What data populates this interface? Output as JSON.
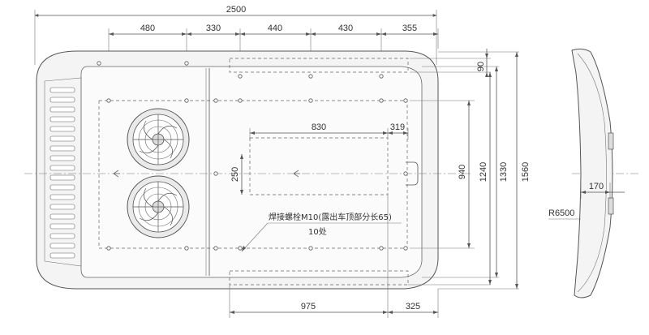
{
  "dimensions": {
    "overall_width": "2500",
    "top_segments": [
      "480",
      "330",
      "440",
      "430",
      "355"
    ],
    "right_90": "90",
    "right_940": "940",
    "right_1240": "1240",
    "right_1330": "1330",
    "right_1560": "1560",
    "inner_830": "830",
    "inner_319": "319",
    "inner_250": "250",
    "bottom_975": "975",
    "bottom_325": "325",
    "side_170": "170",
    "radius": "R6500"
  },
  "notes": {
    "bolt": "焊接螺栓M10(露出车顶部分长65)",
    "count": "10处"
  },
  "colors": {
    "line": "#555555",
    "text": "#333333",
    "fill": "#f4f4f4"
  }
}
